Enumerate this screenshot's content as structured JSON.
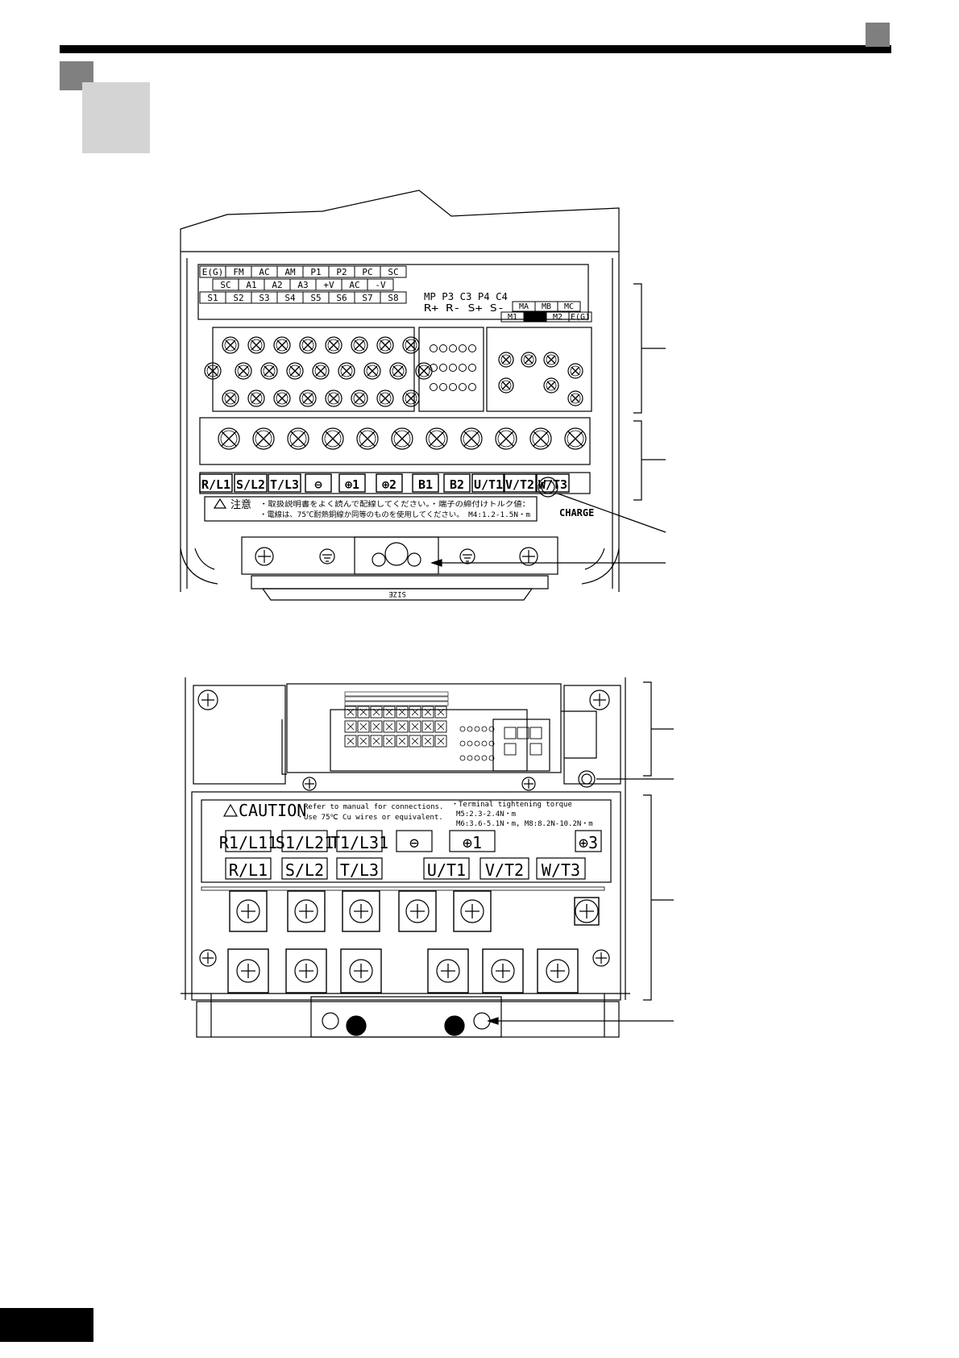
{
  "fig1": {
    "ctrl_row1": [
      "E(G)",
      "FM",
      "AC",
      "AM",
      "P1",
      "P2",
      "PC",
      "SC"
    ],
    "ctrl_row2": [
      "SC",
      "A1",
      "A2",
      "A3",
      "+V",
      "AC",
      "-V"
    ],
    "ctrl_row3": [
      "S1",
      "S2",
      "S3",
      "S4",
      "S5",
      "S6",
      "S7",
      "S8"
    ],
    "opt_row1": "MP P3 C3 P4 C4",
    "opt_row2": "R+ R- S+ S-",
    "relay_row1": [
      "MA",
      "MB",
      "MC"
    ],
    "relay_row2": [
      "M1",
      "",
      "M2",
      "E(G)"
    ],
    "main_terms": [
      "R/L1",
      "S/L2",
      "T/L3",
      "⊖",
      "⊕1",
      "⊕2",
      "B1",
      "B2",
      "U/T1",
      "V/T2",
      "W/T3"
    ],
    "charge": "CHARGE",
    "warn_title": "注意",
    "warn_line1": "・取扱説明書をよく読んで配線してください。・端子の締付けトルク値：",
    "warn_line2": "・電線は、75℃耐熱銅線か同等のものを使用してください。 M4:1.2-1.5N・m",
    "size_label": "SIZE"
  },
  "fig2": {
    "caution": "CAUTION",
    "caution_line1": "・Refer to manual for connections.",
    "caution_line2": "・Use 75℃ Cu wires or equivalent.",
    "torque_title": "・Terminal tightening torque",
    "torque_line1": "M5:2.3-2.4N・m",
    "torque_line2": "M6:3.6-5.1N・m,   M8:8.2N-10.2N・m",
    "row1": [
      "R1/L11",
      "S1/L21",
      "T1/L31",
      "⊖",
      "⊕1",
      "⊕3"
    ],
    "row2": [
      "R/L1",
      "S/L2",
      "T/L3",
      "U/T1",
      "V/T2",
      "W/T3"
    ]
  }
}
